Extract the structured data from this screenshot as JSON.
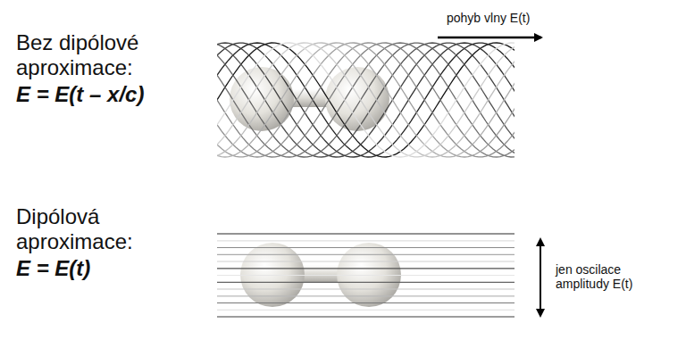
{
  "diagram": {
    "labels": [
      "pohyb vlny E(t)",
      "Bez dipólové aproximace:",
      "E = E(t – x/c)",
      "Dipólová aproximace:",
      "E = E(t)",
      "jen oscilace amplitudy E(t)"
    ]
  }
}
